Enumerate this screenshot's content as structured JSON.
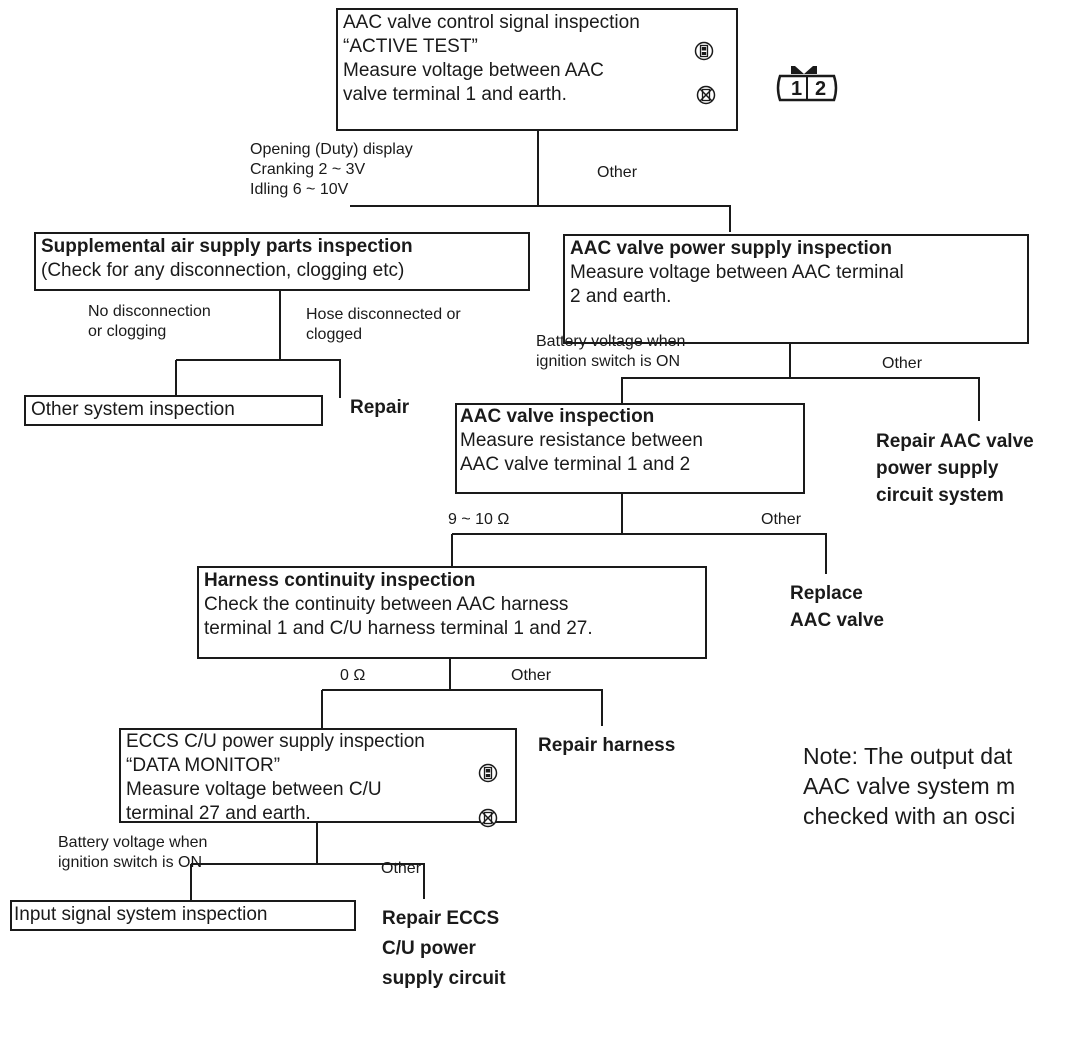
{
  "connector": {
    "pin1": "1",
    "pin2": "2"
  },
  "boxes": {
    "aac_signal": {
      "lines": [
        "AAC valve control signal inspection",
        "“ACTIVE TEST”",
        "Measure voltage between AAC",
        "valve terminal 1 and earth."
      ]
    },
    "supplemental": {
      "title": "Supplemental air supply parts inspection",
      "lines": [
        "(Check for any disconnection, clogging etc)"
      ]
    },
    "aac_power": {
      "title": "AAC valve power supply inspection",
      "lines": [
        "Measure voltage between AAC terminal",
        "2 and earth."
      ]
    },
    "other_system": {
      "lines": [
        "Other system inspection"
      ]
    },
    "aac_valve": {
      "title": "AAC valve inspection",
      "lines": [
        "Measure resistance between",
        "AAC valve terminal 1 and 2"
      ]
    },
    "harness": {
      "title": "Harness continuity inspection",
      "lines": [
        "Check the continuity between AAC harness",
        "terminal 1 and C/U harness terminal 1 and 27."
      ]
    },
    "eccs": {
      "lines": [
        "ECCS C/U power supply inspection",
        "“DATA MONITOR”",
        "Measure voltage between C/U",
        "terminal 27 and earth."
      ]
    },
    "input_signal": {
      "lines": [
        "Input signal system inspection"
      ]
    }
  },
  "labels": {
    "opening_display": [
      "Opening (Duty) display",
      "Cranking 2 ~ 3V",
      "Idling 6 ~ 10V"
    ],
    "other_1": "Other",
    "no_disconnection": [
      "No disconnection",
      "or clogging"
    ],
    "hose_disconnected": [
      "Hose disconnected or",
      "clogged"
    ],
    "battery_1": [
      "Battery voltage when",
      "ignition switch is ON"
    ],
    "other_2": "Other",
    "ohm_9_10": "9 ~ 10 Ω",
    "other_3": "Other",
    "ohm_0": "0 Ω",
    "other_4": "Other",
    "battery_2": [
      "Battery voltage when",
      "ignition switch is ON"
    ],
    "other_5": "Other"
  },
  "actions": {
    "repair": [
      "Repair"
    ],
    "repair_aac_power": [
      "Repair AAC valve",
      "power supply",
      "circuit system"
    ],
    "replace_aac": [
      "Replace",
      "AAC valve"
    ],
    "repair_harness": [
      "Repair harness"
    ],
    "repair_eccs": [
      "Repair ECCS",
      "C/U power",
      "supply circuit"
    ]
  },
  "note": [
    "Note:  The output dat",
    "AAC valve system m",
    "checked with an osci"
  ],
  "icons": [
    "consult-tester-icon",
    "no-consult-icon"
  ]
}
